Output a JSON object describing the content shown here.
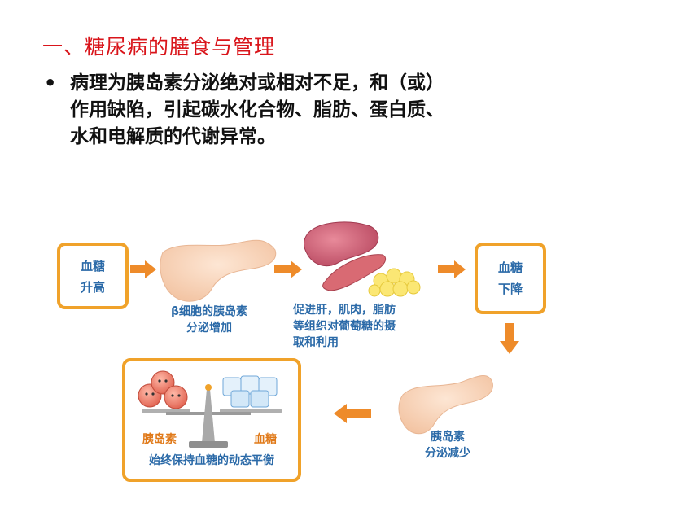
{
  "slide": {
    "title": "一、糖尿病的膳食与管理",
    "bullet_lines": [
      "病理为胰岛素分泌绝对或相对不足，和（或）",
      "作用缺陷，引起碳水化合物、脂肪、蛋白质、",
      "水和电解质的代谢异常。"
    ]
  },
  "diagram": {
    "box_high": [
      "血糖",
      "升高"
    ],
    "box_low": [
      "血糖",
      "下降"
    ],
    "beta_cell_label": [
      "β细胞的胰岛素",
      "分泌增加"
    ],
    "uptake_label": [
      "促进肝，肌肉，脂肪",
      "等组织对葡萄糖的摄",
      "取和利用"
    ],
    "pancreas_reduce_label": [
      "胰岛素",
      "分泌减少"
    ],
    "balance_left": "胰岛素",
    "balance_right": "血糖",
    "balance_caption": "始终保持血糖的动态平衡",
    "colors": {
      "accent": "#f0a22a",
      "text_blue": "#2b6aa8",
      "title_red": "#d9151b"
    }
  }
}
